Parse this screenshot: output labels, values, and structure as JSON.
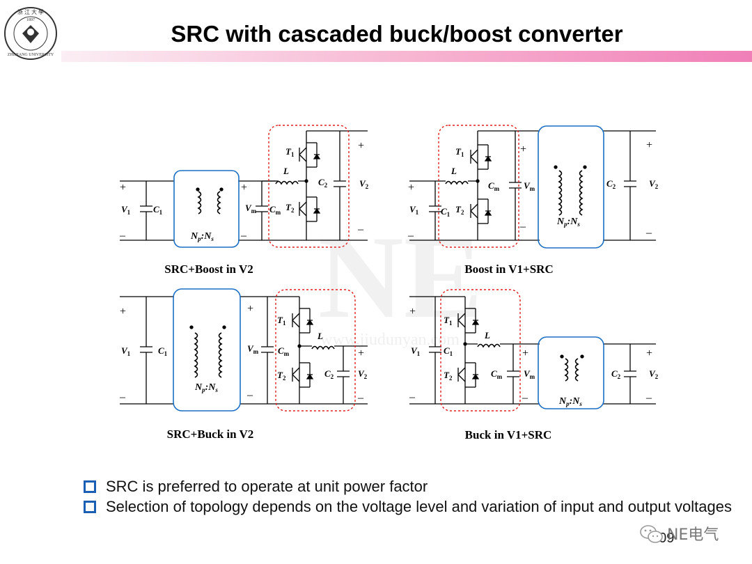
{
  "header": {
    "title": "SRC with cascaded buck/boost converter",
    "logo_text": "ZHEJIANG UNIVERSITY",
    "logo_year": "1897"
  },
  "circuits": [
    {
      "caption": "SRC+Boost in V2"
    },
    {
      "caption": "Boost in V1+SRC"
    },
    {
      "caption": "SRC+Buck in V2"
    },
    {
      "caption": "Buck in V1+SRC"
    }
  ],
  "labels": {
    "plus": "+",
    "minus": "–",
    "V1": "V",
    "V1_sub": "1",
    "V2": "V",
    "V2_sub": "2",
    "Vm": "V",
    "Vm_sub": "m",
    "C1": "C",
    "C1_sub": "1",
    "C2": "C",
    "C2_sub": "2",
    "Cm": "C",
    "Cm_sub": "m",
    "L": "L",
    "T1": "T",
    "T1_sub": "1",
    "T2": "T",
    "T2_sub": "2",
    "ratio_Np": "N",
    "ratio_Np_sub": "p",
    "ratio_colon": ":",
    "ratio_Ns": "N",
    "ratio_Ns_sub": "s"
  },
  "bullets": [
    "SRC is preferred to operate at unit power factor",
    "Selection of topology depends on the voltage level and variation of input and output voltages"
  ],
  "footer": {
    "page_number": "109",
    "brand": "NE电气"
  },
  "watermark": {
    "big": "NE",
    "small": "www.jiudunyan.com"
  },
  "colors": {
    "accent_blue": "#1a6fc4",
    "dashed_red": "#e01e1e",
    "bullet_blue": "#1a5fb4"
  }
}
